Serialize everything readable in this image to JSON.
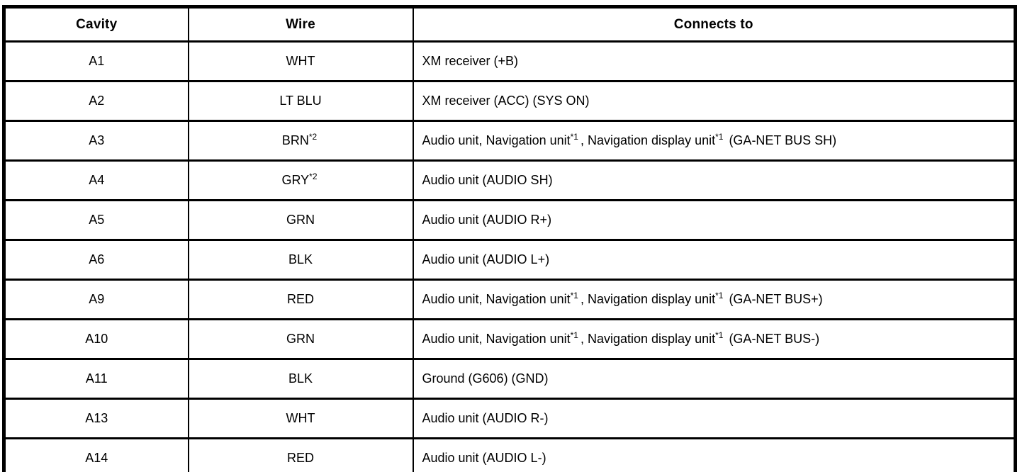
{
  "table": {
    "columns": [
      {
        "label": "Cavity"
      },
      {
        "label": "Wire"
      },
      {
        "label": "Connects to"
      }
    ],
    "rows": [
      {
        "cavity": "A1",
        "wire": "WHT",
        "wire_sup": "",
        "connects": [
          {
            "text": "XM receiver (+B)"
          }
        ]
      },
      {
        "cavity": "A2",
        "wire": "LT BLU",
        "wire_sup": "",
        "connects": [
          {
            "text": "XM receiver (ACC) (SYS ON)"
          }
        ]
      },
      {
        "cavity": "A3",
        "wire": "BRN",
        "wire_sup": "*2",
        "connects": [
          {
            "text": "Audio unit, Navigation unit",
            "sup": "*1"
          },
          {
            "text": ", Navigation display unit",
            "sup": "*1"
          },
          {
            "text": " (GA-NET BUS SH)"
          }
        ]
      },
      {
        "cavity": "A4",
        "wire": "GRY",
        "wire_sup": "*2",
        "connects": [
          {
            "text": "Audio unit (AUDIO SH)"
          }
        ]
      },
      {
        "cavity": "A5",
        "wire": "GRN",
        "wire_sup": "",
        "connects": [
          {
            "text": "Audio unit (AUDIO R+)"
          }
        ]
      },
      {
        "cavity": "A6",
        "wire": "BLK",
        "wire_sup": "",
        "connects": [
          {
            "text": "Audio unit (AUDIO L+)"
          }
        ]
      },
      {
        "cavity": "A9",
        "wire": "RED",
        "wire_sup": "",
        "connects": [
          {
            "text": "Audio unit, Navigation unit",
            "sup": "*1"
          },
          {
            "text": ", Navigation display unit",
            "sup": "*1"
          },
          {
            "text": " (GA-NET BUS+)"
          }
        ]
      },
      {
        "cavity": "A10",
        "wire": "GRN",
        "wire_sup": "",
        "connects": [
          {
            "text": "Audio unit, Navigation unit",
            "sup": "*1"
          },
          {
            "text": ", Navigation display unit",
            "sup": "*1"
          },
          {
            "text": " (GA-NET BUS-)"
          }
        ]
      },
      {
        "cavity": "A11",
        "wire": "BLK",
        "wire_sup": "",
        "connects": [
          {
            "text": "Ground (G606) (GND)"
          }
        ]
      },
      {
        "cavity": "A13",
        "wire": "WHT",
        "wire_sup": "",
        "connects": [
          {
            "text": "Audio unit (AUDIO R-)"
          }
        ]
      },
      {
        "cavity": "A14",
        "wire": "RED",
        "wire_sup": "",
        "connects": [
          {
            "text": "Audio unit (AUDIO L-)"
          }
        ]
      }
    ],
    "colors": {
      "border": "#000000",
      "text": "#000000",
      "background": "#ffffff"
    }
  }
}
